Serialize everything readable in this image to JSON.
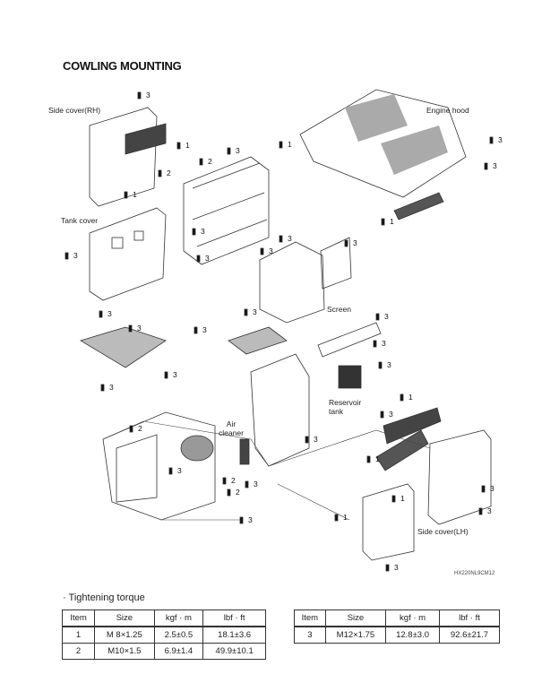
{
  "title": "COWLING MOUNTING",
  "labels": {
    "side_cover_rh": "Side cover(RH)",
    "engine_hood": "Engine hood",
    "tank_cover": "Tank cover",
    "screen": "Screen",
    "reservoir_tank": "Reservoir tank",
    "air_cleaner": "Air cleaner",
    "side_cover_lh": "Side cover(LH)",
    "drawing_code": "HX220NL9CM12"
  },
  "callouts": [
    "3",
    "1",
    "3",
    "2",
    "2",
    "1",
    "3",
    "3",
    "1",
    "3",
    "3",
    "1",
    "3",
    "3",
    "3",
    "3",
    "3",
    "3",
    "3",
    "3",
    "3",
    "3",
    "3",
    "3",
    "2",
    "3",
    "1",
    "3",
    "3",
    "3",
    "2",
    "2",
    "3",
    "3",
    "1",
    "1",
    "3",
    "3",
    "1",
    "3"
  ],
  "torque": {
    "heading": "· Tightening torque",
    "columns": [
      "Item",
      "Size",
      "kgf · m",
      "lbf · ft"
    ],
    "table1": [
      {
        "item": "1",
        "size": "M 8×1.25",
        "kgf": "2.5±0.5",
        "lbf": "18.1±3.6"
      },
      {
        "item": "2",
        "size": "M10×1.5",
        "kgf": "6.9±1.4",
        "lbf": "49.9±10.1"
      }
    ],
    "table2": [
      {
        "item": "3",
        "size": "M12×1.75",
        "kgf": "12.8±3.0",
        "lbf": "92.6±21.7"
      }
    ]
  }
}
